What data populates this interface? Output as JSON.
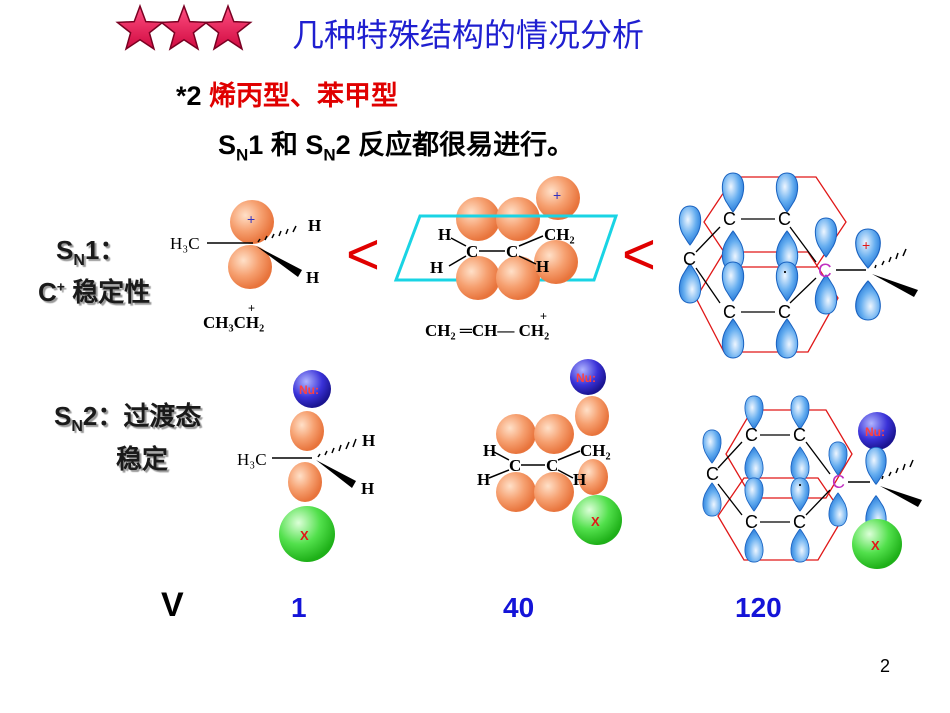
{
  "title": "几种特殊结构的情况分析",
  "header": {
    "number": "*2",
    "allyl": "烯丙型",
    "sep": "、",
    "benzyl": "苯甲型",
    "s1": "S",
    "n1": "N",
    "t1": "1 和 ",
    "s2": "S",
    "n2": "N",
    "t2": "2 反应都很易进行。"
  },
  "sn1_label": {
    "s": "S",
    "n": "N",
    "t": "1：",
    "c": "C",
    "plus": "+",
    "rest": " 稳定性"
  },
  "sn2_label": {
    "s": "S",
    "n": "N",
    "t": "2：过渡态",
    "line2": "稳定"
  },
  "rate": {
    "v": "V",
    "r1": "1",
    "r2": "40",
    "r3": "120"
  },
  "page_number": "2",
  "chem": {
    "h3c": "H₃C",
    "h": "H",
    "c": "C",
    "ch2": "CH₂",
    "ch3ch2": "CH₃CH₂",
    "resonance": "CH₂ ═CH— CH₂",
    "plus": "+",
    "nu": "Nu:",
    "x": "X",
    "less": "<",
    "dot": "·"
  },
  "colors": {
    "title": "#1f1fd0",
    "accent_red": "#e00000",
    "rate_blue": "#1414d8",
    "star": "#e8134f"
  }
}
